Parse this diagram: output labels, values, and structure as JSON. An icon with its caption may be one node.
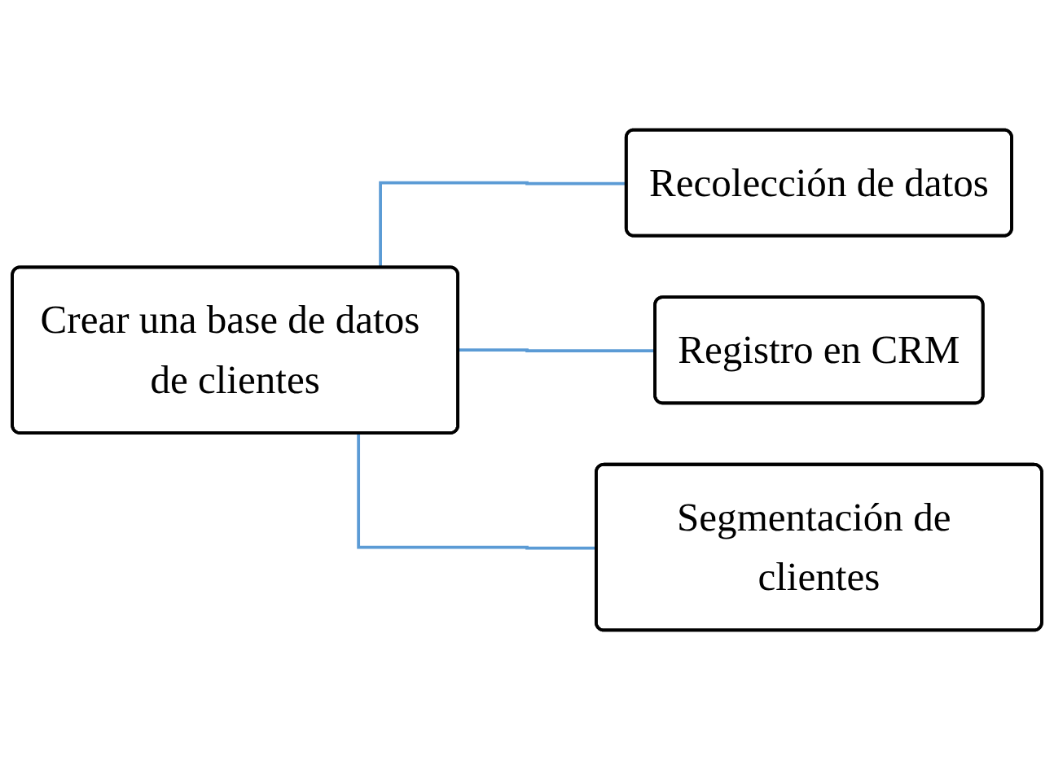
{
  "diagram": {
    "nodes": [
      {
        "text": [
          "Crear una base de datos de clientes"
        ]
      },
      {
        "text": [
          "Recolección de datos"
        ]
      },
      {
        "text": [
          "Registro en CRM"
        ]
      },
      {
        "text": [
          "Segmentación de clientes"
        ]
      }
    ],
    "edges": [
      {
        "from": 0,
        "to": 1,
        "arrow": "none"
      },
      {
        "from": 0,
        "to": 2,
        "arrow": "none"
      },
      {
        "from": 0,
        "to": 3,
        "arrow": "none"
      }
    ]
  }
}
